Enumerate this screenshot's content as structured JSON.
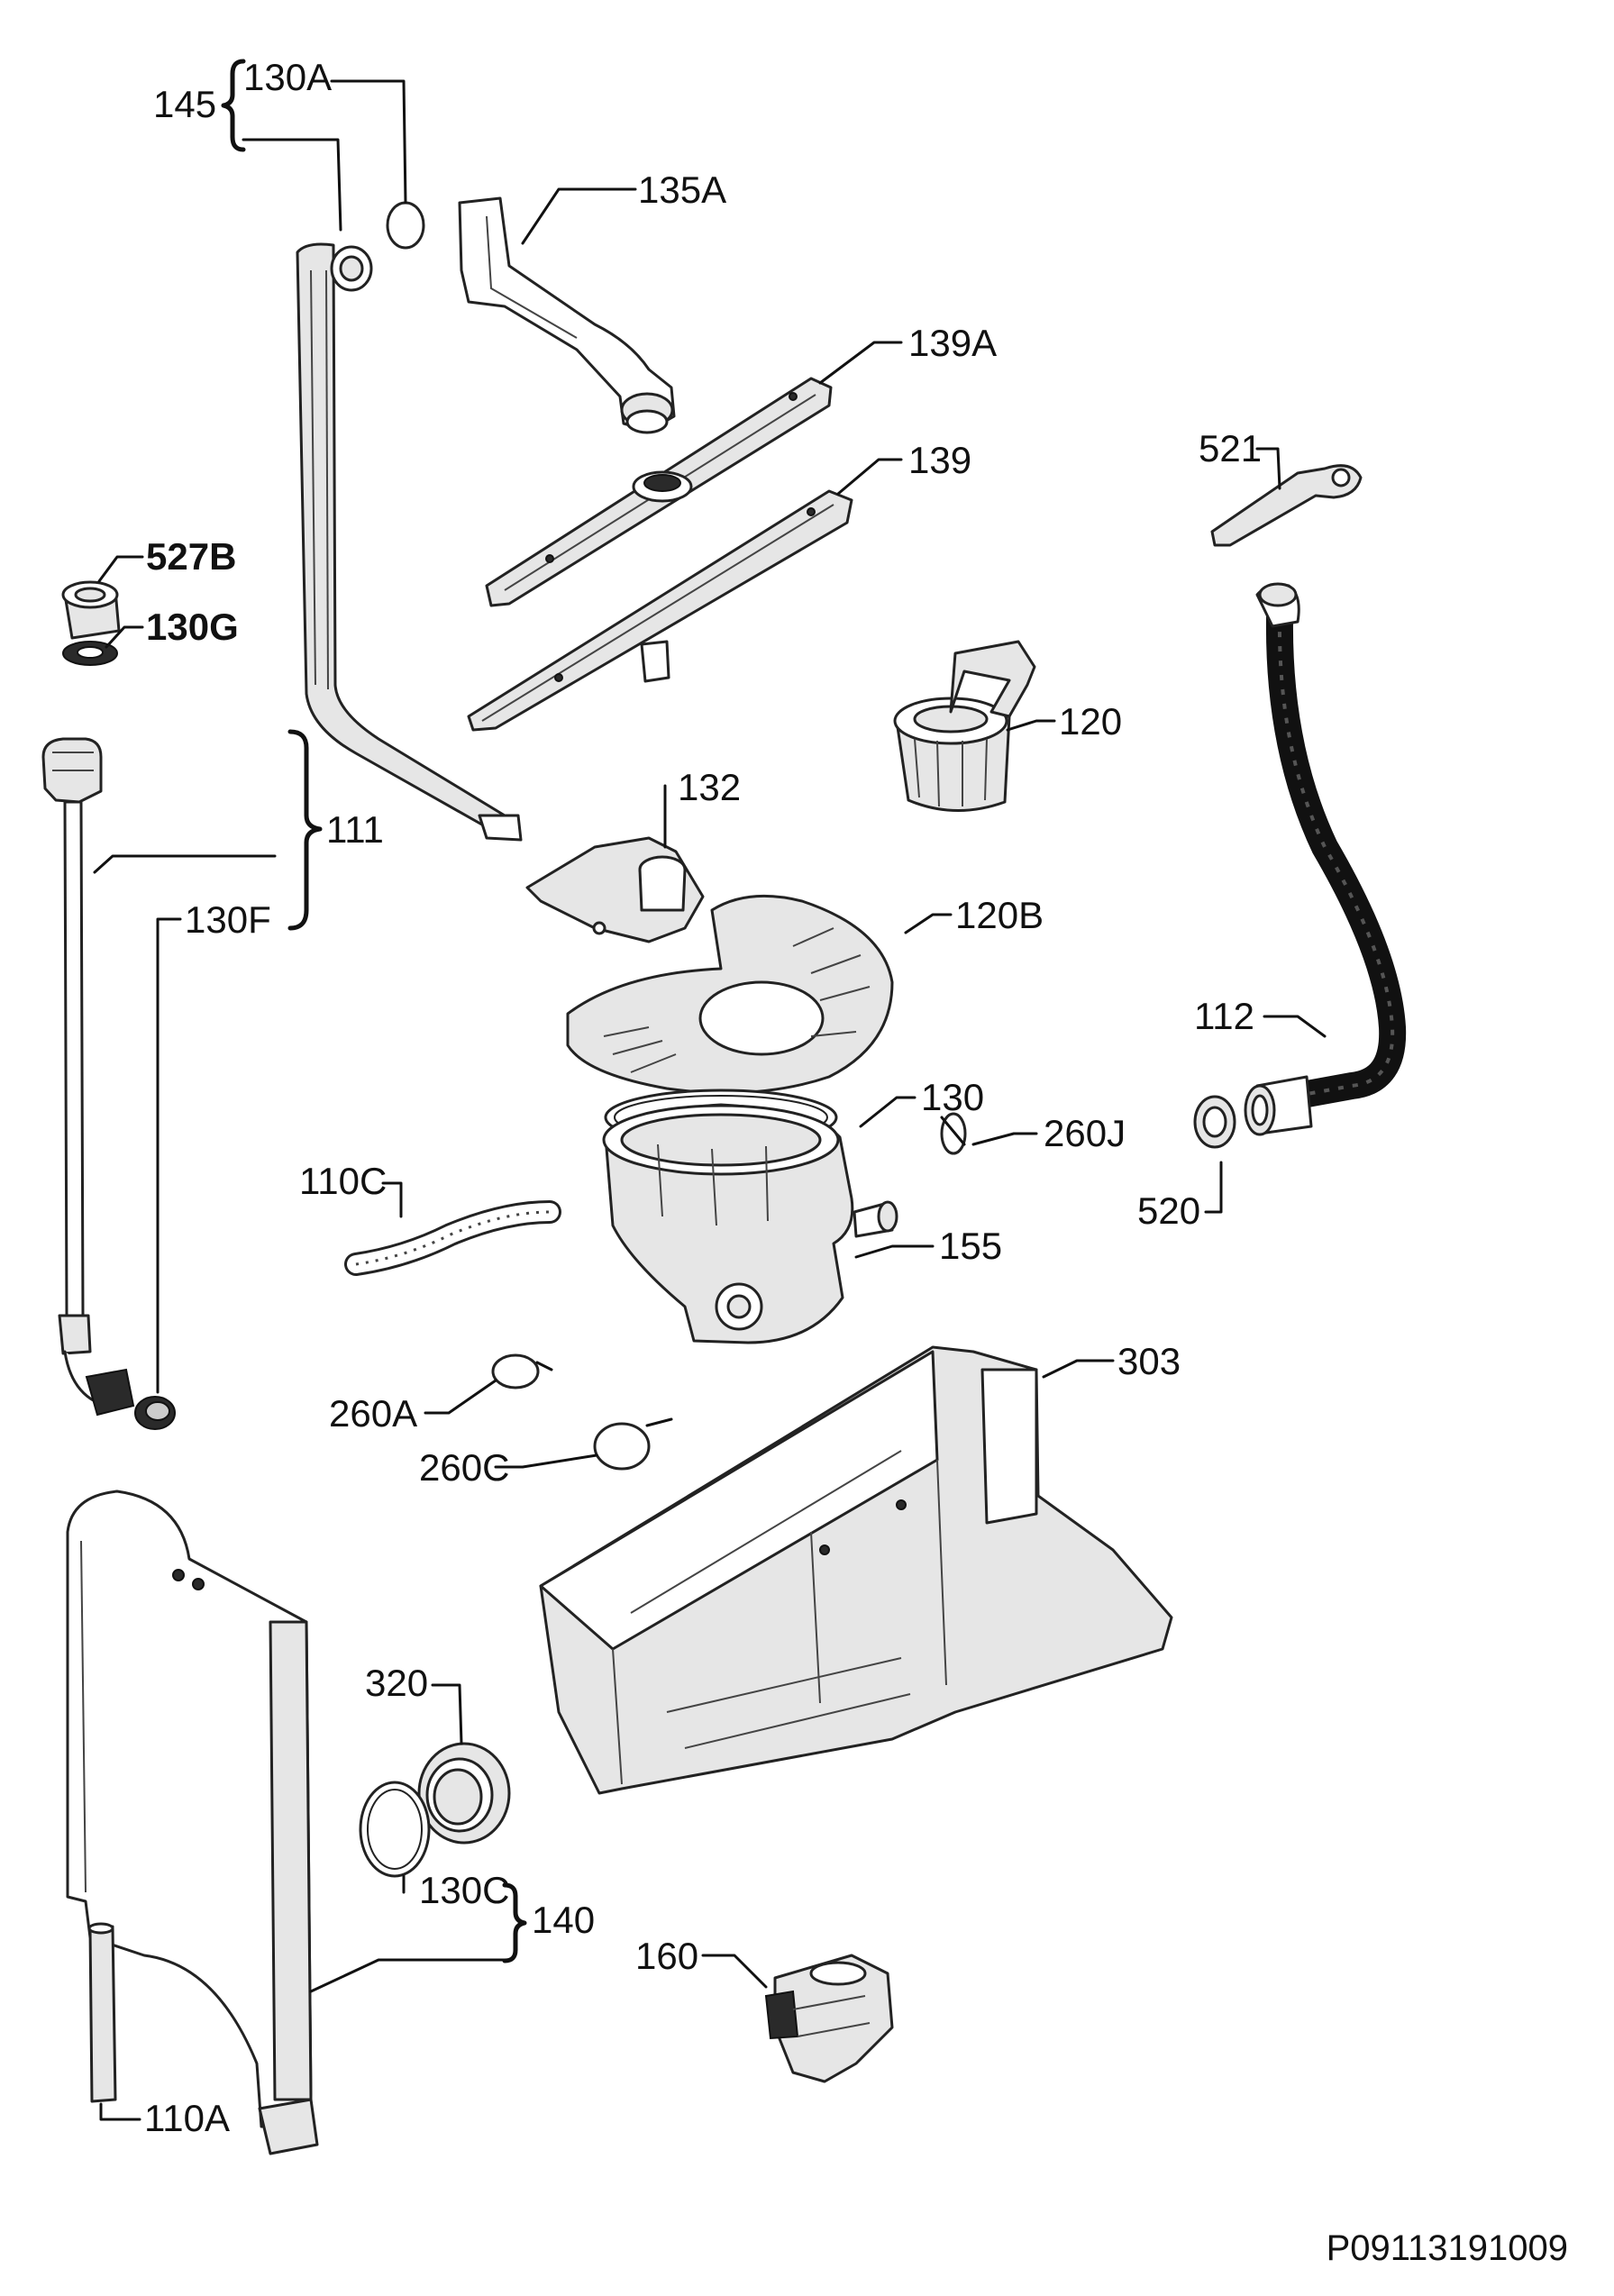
{
  "labels": {
    "p145": "145",
    "p130a": "130A",
    "p135a": "135A",
    "p139a": "139A",
    "p139": "139",
    "p521": "521",
    "p527b": "527B",
    "p130g": "130G",
    "p120": "120",
    "p132": "132",
    "p111": "111",
    "p130f": "130F",
    "p120b": "120B",
    "p112": "112",
    "p130": "130",
    "p260j": "260J",
    "p110c": "110C",
    "p520": "520",
    "p155": "155",
    "p303": "303",
    "p260a": "260A",
    "p260c": "260C",
    "p320": "320",
    "p130c": "130C",
    "p140": "140",
    "p160": "160",
    "p110a": "110A"
  },
  "drawing_id": "P09113191009"
}
